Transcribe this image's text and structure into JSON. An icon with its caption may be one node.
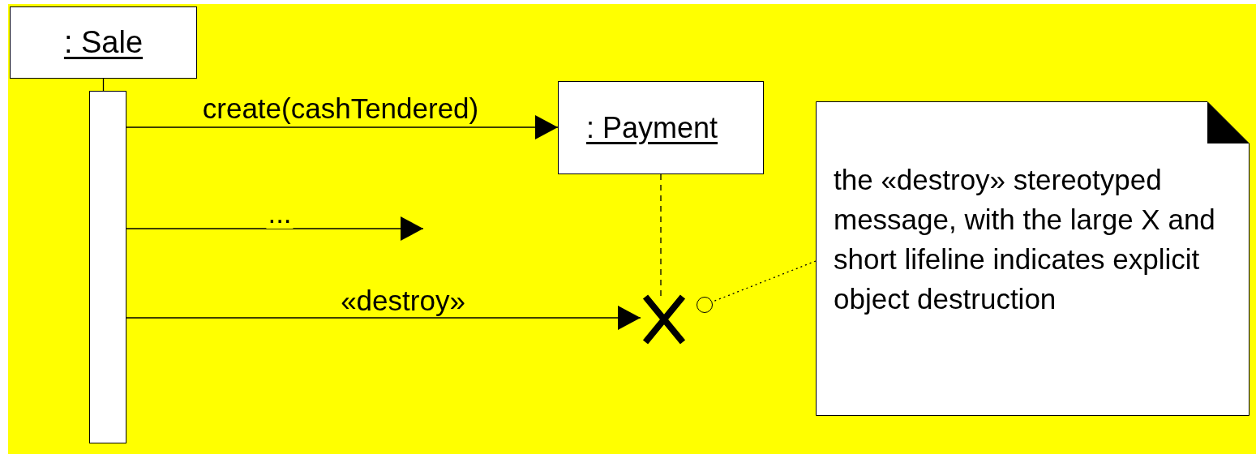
{
  "diagram": {
    "nodes": [
      {
        "text": [
          ": Sale"
        ]
      },
      {
        "text": [],
        "shape": "bar"
      },
      {
        "text": [
          ": Payment"
        ]
      },
      {
        "text": [],
        "shape": "cross"
      },
      {
        "text": [],
        "shape": "circle"
      },
      {
        "text": [
          "the «destroy» stereotyped message, with the large X and short lifeline indicates explicit object destruction"
        ]
      }
    ],
    "edges": [
      {
        "from": 0,
        "to": 1,
        "arrow": "none"
      },
      {
        "from": 1,
        "to": 2,
        "arrow": "to",
        "label": "create(cashTendered)"
      },
      {
        "from": 1,
        "to": null,
        "arrow": "to",
        "label": "..."
      },
      {
        "from": 1,
        "to": 3,
        "arrow": "to",
        "label": "«destroy»"
      },
      {
        "from": 2,
        "to": 3,
        "arrow": "none",
        "style": "dashed"
      },
      {
        "from": 5,
        "to": 4,
        "arrow": "none",
        "style": "dashed"
      }
    ]
  }
}
